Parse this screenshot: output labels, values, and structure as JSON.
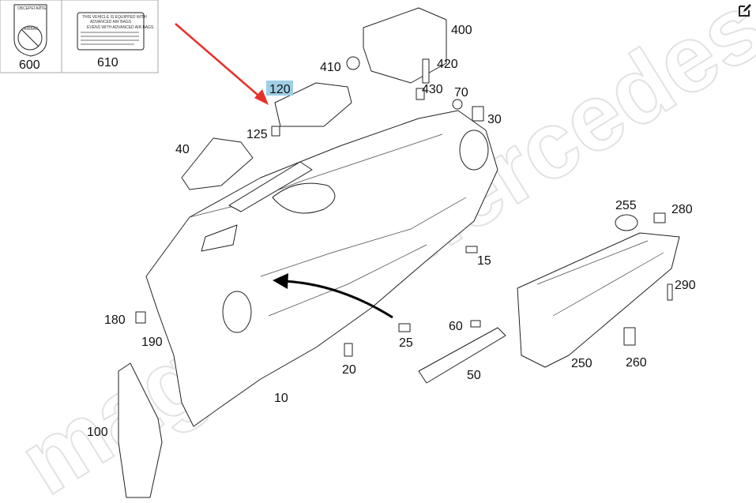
{
  "diagram": {
    "callouts": [
      "600",
      "610",
      "400",
      "410",
      "420",
      "120",
      "430",
      "70",
      "30",
      "125",
      "40",
      "280",
      "255",
      "15",
      "290",
      "180",
      "190",
      "60",
      "25",
      "20",
      "50",
      "250",
      "260",
      "10",
      "100"
    ],
    "highlighted": "120",
    "highlight_color": "#9fcfe6",
    "arrow_color": "#e8302a"
  },
  "stickers": {
    "warning_title": "ОБСЕРЕГАЙТЕ",
    "airbag": "AIRBAG",
    "notice_line1": "THIS VEHICLE IS EQUIPPED WITH",
    "notice_line2": "ADVANCED AIR BAGS",
    "notice_sub": "EVENS WITH ADVANCED AIR BAGS"
  },
  "watermark": "magazin-mercedes.ru",
  "toolbar": {
    "edit_icon": "edit-icon"
  }
}
